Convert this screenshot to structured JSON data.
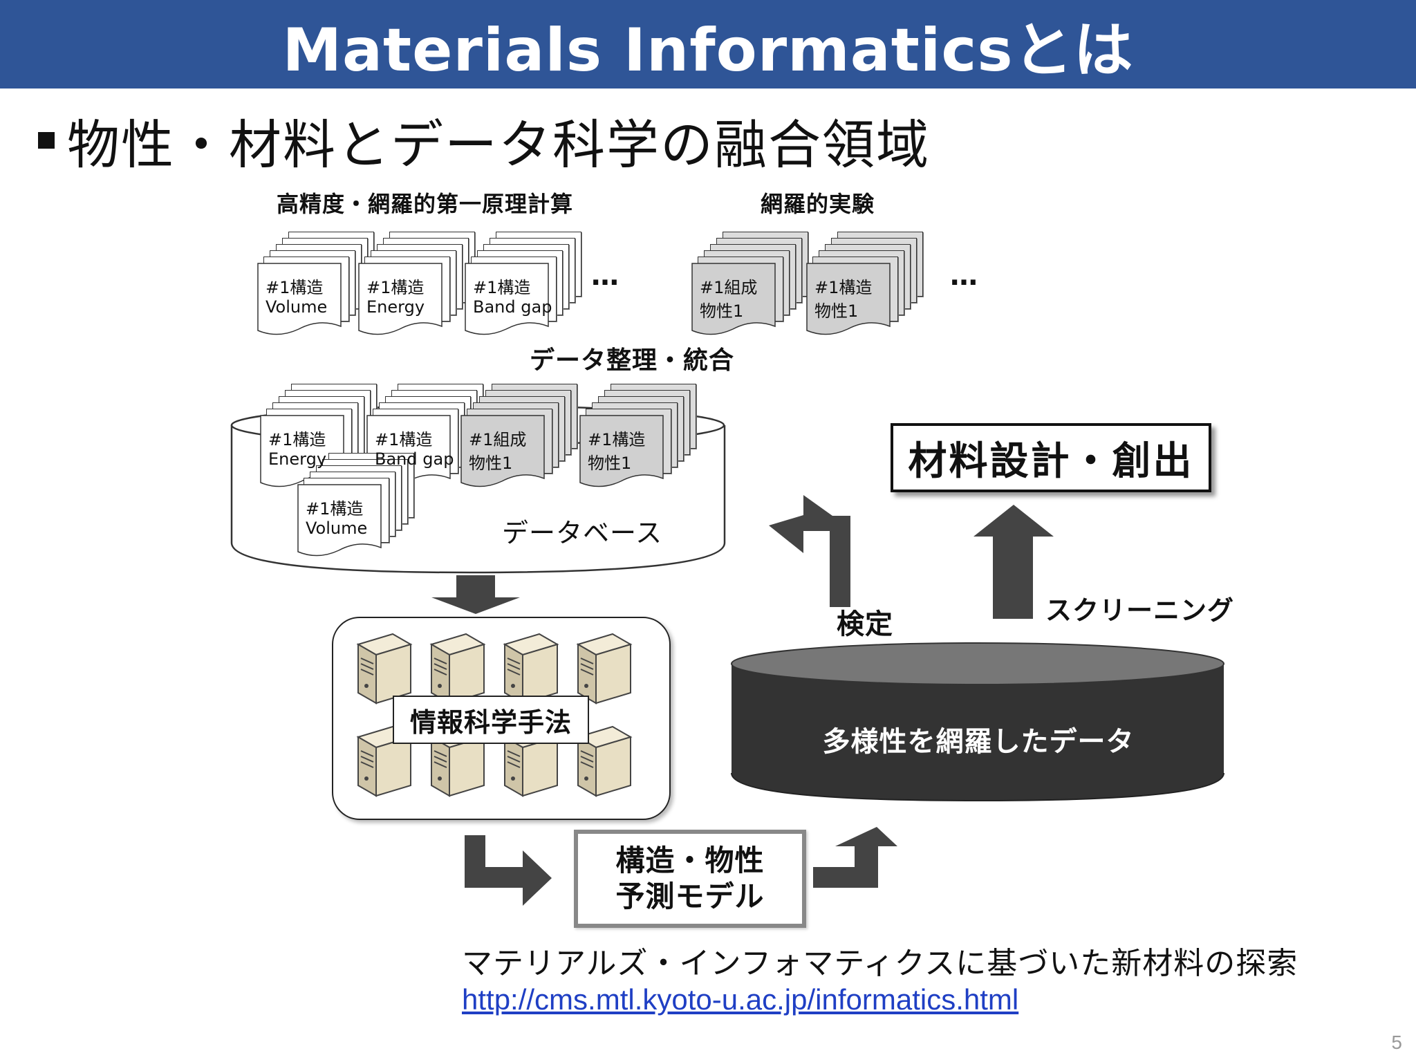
{
  "title": "Materials Informaticsとは",
  "bullet": "物性・材料とデータ科学の融合領域",
  "labels": {
    "calc": "高精度・網羅的第一原理計算",
    "exp": "網羅的実験",
    "organize": "データ整理・統合",
    "database": "データベース",
    "design": "材料設計・創出",
    "verify": "検定",
    "screening": "スクリーニング",
    "infosci": "情報科学手法",
    "model_line1": "構造・物性",
    "model_line2": "予測モデル",
    "bigdb": "多様性を網羅したデータ",
    "ellipsis": "…"
  },
  "docs_top": [
    {
      "l1": "#1構造",
      "l2": "Volume",
      "gray": false
    },
    {
      "l1": "#1構造",
      "l2": "Energy",
      "gray": false
    },
    {
      "l1": "#1構造",
      "l2": "Band gap",
      "gray": false
    },
    {
      "l1": "#1組成",
      "l2": "物性1",
      "gray": true
    },
    {
      "l1": "#1構造",
      "l2": "物性1",
      "gray": true
    }
  ],
  "docs_db": [
    {
      "l1": "#1構造",
      "l2": "Energy",
      "gray": false
    },
    {
      "l1": "#1構造",
      "l2": "Band gap",
      "gray": false
    },
    {
      "l1": "#1組成",
      "l2": "物性1",
      "gray": true
    },
    {
      "l1": "#1構造",
      "l2": "物性1",
      "gray": true
    },
    {
      "l1": "#1構造",
      "l2": "Volume",
      "gray": false
    }
  ],
  "caption": "マテリアルズ・インフォマティクスに基づいた新材料の探索",
  "link": "http://cms.mtl.kyoto-u.ac.jp/informatics.html",
  "page_number": "5"
}
